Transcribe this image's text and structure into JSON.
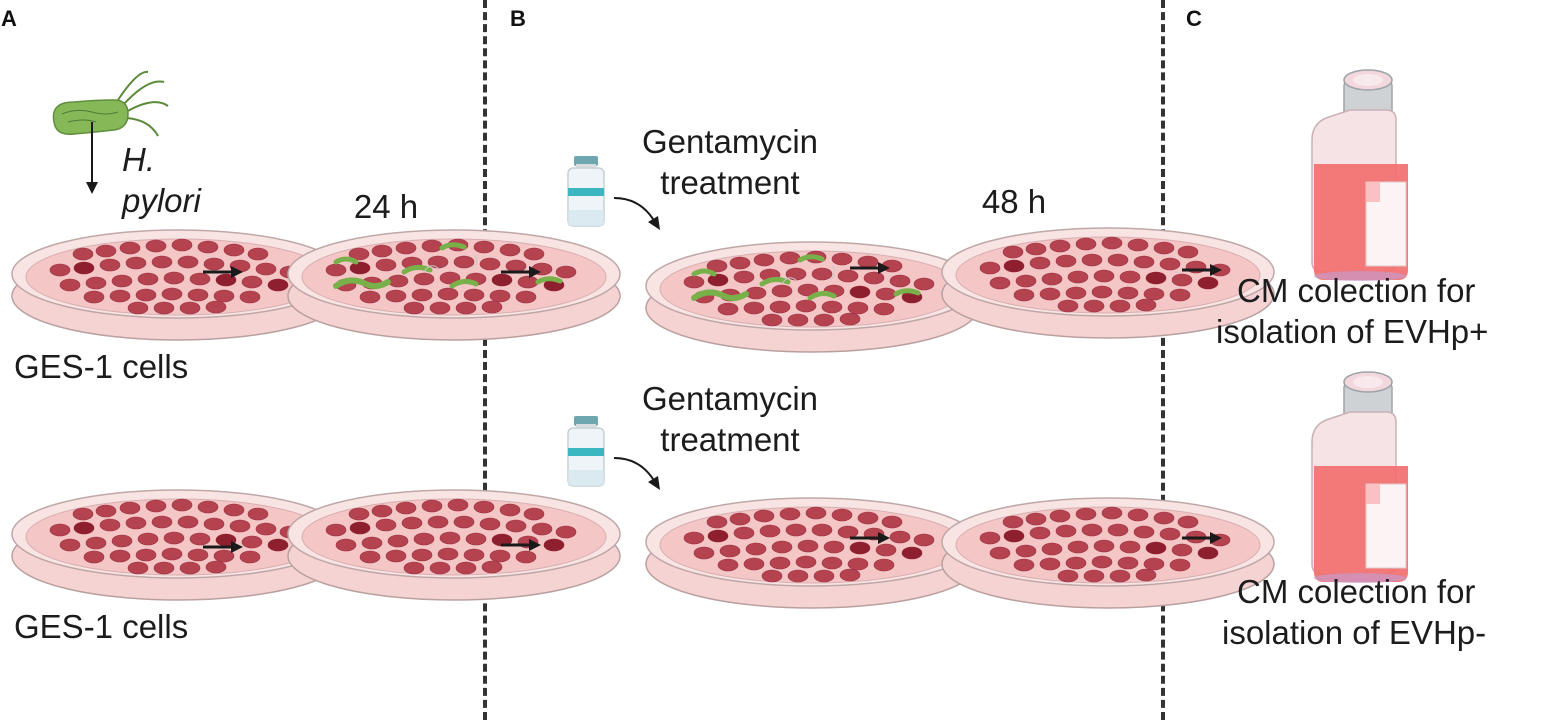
{
  "panels": {
    "a": {
      "letter": "A"
    },
    "b": {
      "letter": "B"
    },
    "c": {
      "letter": "C"
    }
  },
  "labels": {
    "pathogen_line1": "H.",
    "pathogen_line2": "pylori",
    "cells_top": "GES-1 cells",
    "cells_bottom": "GES-1 cells",
    "time_24": "24 h",
    "time_48": "48 h",
    "treatment_top_line1": "Gentamycin",
    "treatment_top_line2": "treatment",
    "treatment_bottom_line1": "Gentamycin",
    "treatment_bottom_line2": "treatment",
    "collection_top_line1": "CM colection for",
    "collection_top_line2": "isolation of EVHp+",
    "collection_bottom_line1": "CM colection for",
    "collection_bottom_line2": "isolation of EVHp-"
  },
  "colors": {
    "dish_medium": "#f4c6c6",
    "dish_rim": "#f9e4e4",
    "cell": "#b4434f",
    "cell_dark": "#8e1f2e",
    "bacteria": "#78b04a",
    "flask_liquid": "#f26f6f",
    "arrow": "#1a1a1a",
    "divider": "#333333"
  },
  "icons": {
    "bacterium": "h-pylori-bacterium-icon",
    "vial": "gentamycin-vial-icon",
    "flask": "culture-flask-icon",
    "dish": "petri-dish-icon"
  }
}
